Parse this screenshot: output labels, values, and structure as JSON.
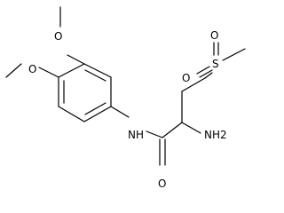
{
  "molecule": {
    "atoms": {
      "methoxy_top_o": "O",
      "methoxy_left_o": "O",
      "amide_nh": "NH",
      "amine": "NH2",
      "amide_o": "O",
      "sulfonyl_s": "S",
      "sulfonyl_o_top": "O",
      "sulfonyl_o_bottom": "O"
    }
  },
  "colors": {
    "bond": "#000000",
    "label": "#000000",
    "background": "#ffffff"
  }
}
